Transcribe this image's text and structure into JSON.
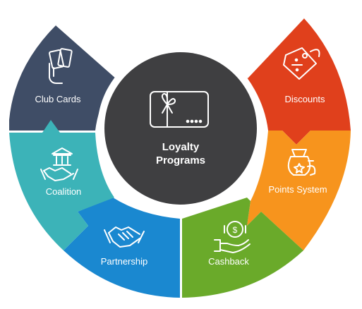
{
  "hub": {
    "title_line1": "Loyalty",
    "title_line2": "Programs",
    "color": "#3f3f41",
    "icon": "gift-card-icon"
  },
  "segments": [
    {
      "id": "club-cards",
      "label": "Club Cards",
      "color": "#3f4d66",
      "icon": "hand-holding-cards-icon"
    },
    {
      "id": "discounts",
      "label": "Discounts",
      "color": "#e0401c",
      "icon": "discount-tag-icon"
    },
    {
      "id": "points-system",
      "label": "Points System",
      "color": "#f7941d",
      "icon": "money-bags-icon"
    },
    {
      "id": "cashback",
      "label": "Cashback",
      "color": "#6aaa2a",
      "icon": "hand-coin-icon"
    },
    {
      "id": "partnership",
      "label": "Partnership",
      "color": "#1a88d0",
      "icon": "handshake-icon"
    },
    {
      "id": "coalition",
      "label": "Coalition",
      "color": "#3cb3b8",
      "icon": "building-handshake-icon"
    }
  ]
}
